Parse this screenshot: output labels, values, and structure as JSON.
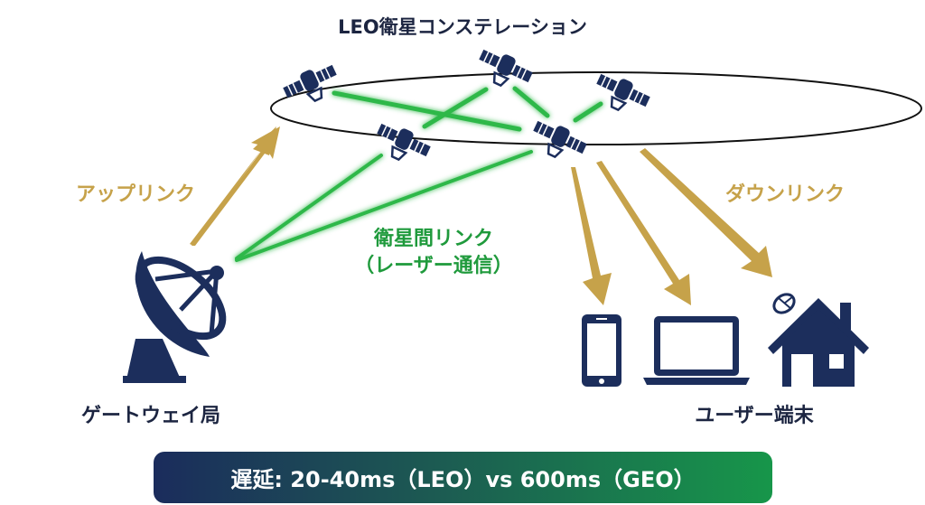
{
  "diagram": {
    "title": "LEO衛星コンステレーション",
    "uplink_label": "アップリンク",
    "downlink_label": "ダウンリンク",
    "isl_label_line1": "衛星間リンク",
    "isl_label_line2": "（レーザー通信）",
    "gateway_label": "ゲートウェイ局",
    "user_terminal_label": "ユーザー端末",
    "latency_text": "遅延: 20-40ms（LEO）vs 600ms（GEO）"
  },
  "colors": {
    "navy": "#1c2e5c",
    "gold": "#c6a24a",
    "laser_green": "#2fb84a",
    "text_dark": "#1c2541"
  },
  "icons": [
    "satellite-icon",
    "satellite-dish-icon",
    "smartphone-icon",
    "laptop-icon",
    "house-icon"
  ]
}
